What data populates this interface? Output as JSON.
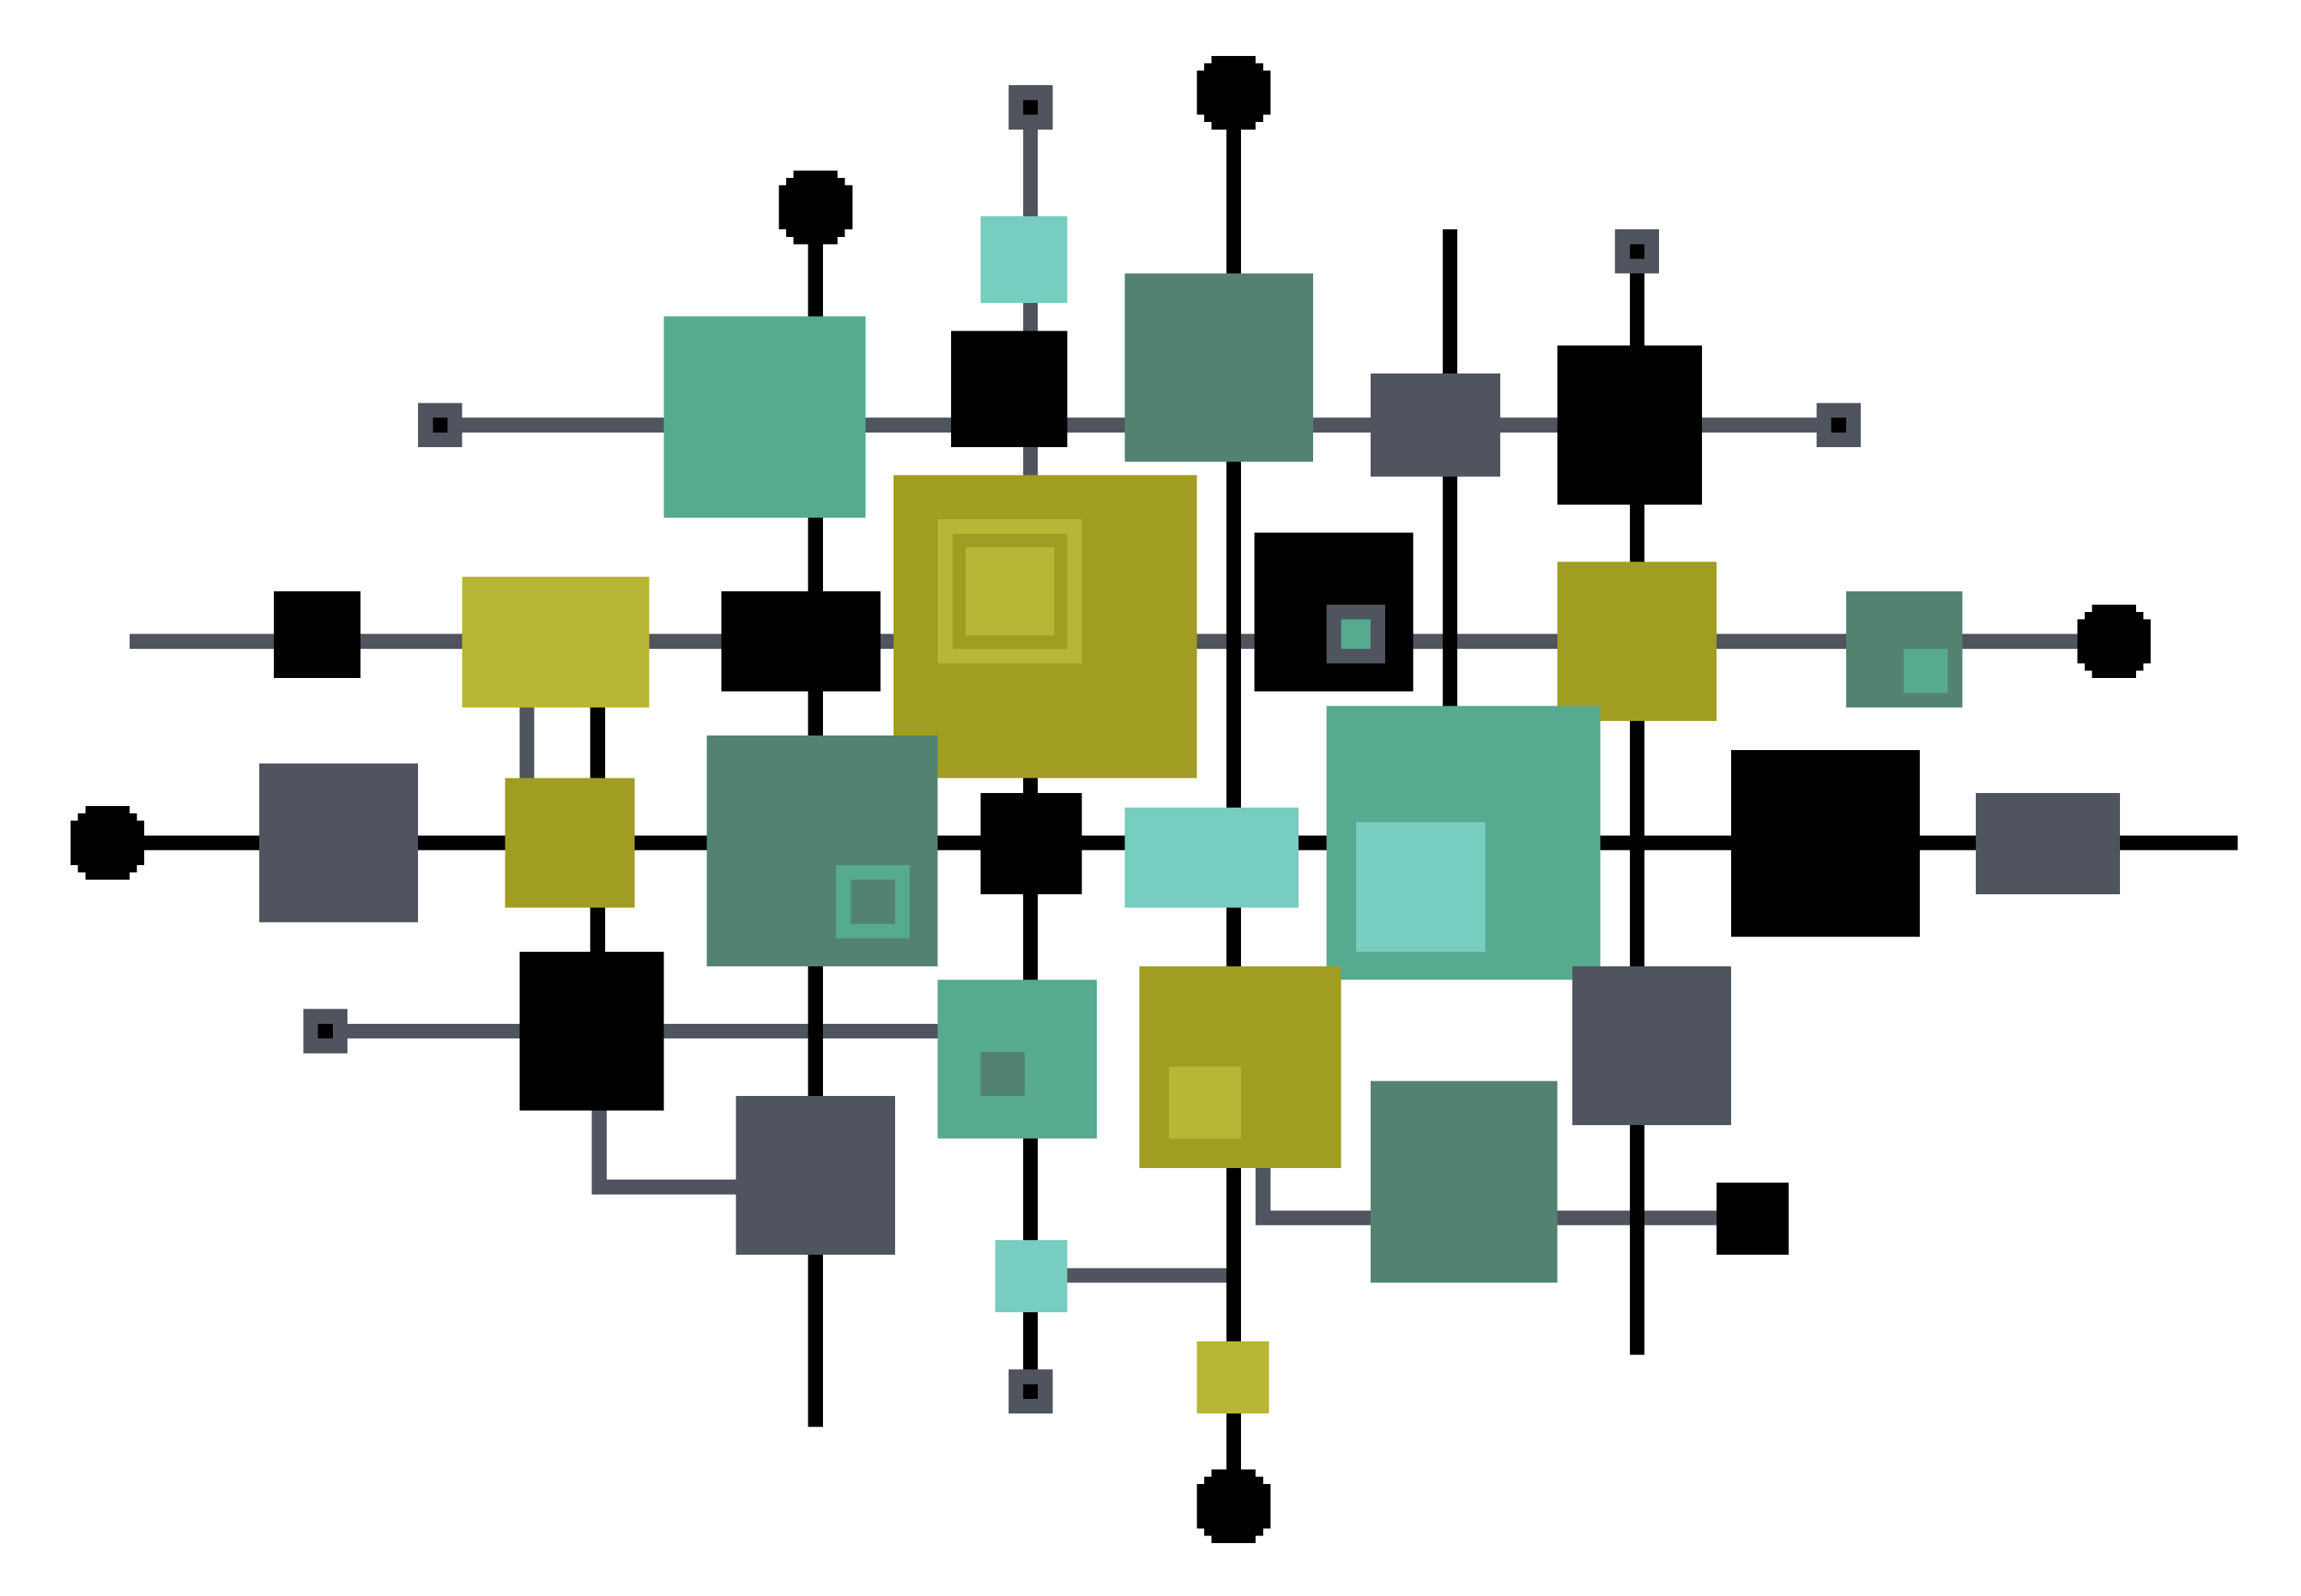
{
  "artwork": {
    "palette": {
      "black": "#000000",
      "slate": "#50545F",
      "olive": "#A09D22",
      "light_olive": "#B8B637",
      "teal": "#55AA8F",
      "dark_teal": "#538370",
      "light_teal": "#77CDBF"
    },
    "shapes": [
      "connector-lines",
      "squares",
      "end-caps",
      "terminal-dots"
    ]
  }
}
